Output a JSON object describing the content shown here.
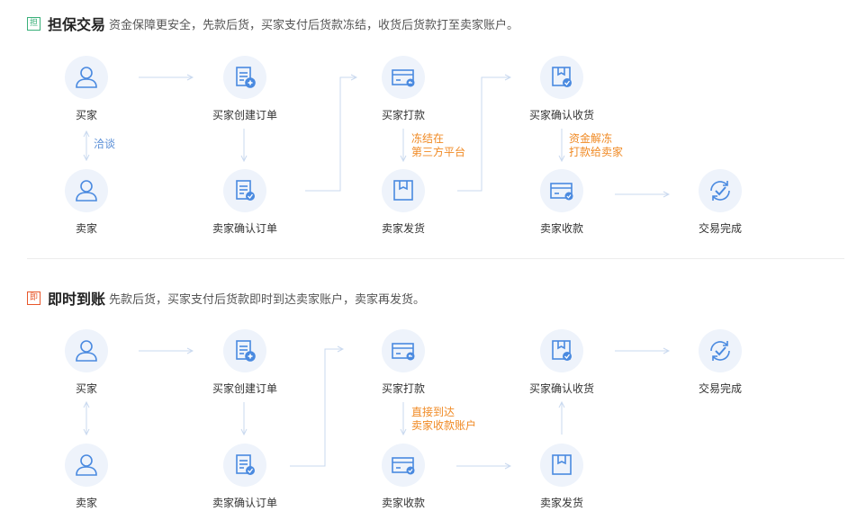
{
  "sections": [
    {
      "badge": "担",
      "title": "担保交易",
      "desc": "资金保障更安全，先款后货，买家支付后货款冻结，收货后货款打至卖家账户。",
      "nodes": {
        "buyer": "买家",
        "buyer_create": "买家创建订单",
        "buyer_pay": "买家打款",
        "buyer_receive": "买家确认收货",
        "seller": "卖家",
        "seller_confirm": "卖家确认订单",
        "seller_ship": "卖家发货",
        "seller_collect": "卖家收款",
        "done": "交易完成"
      },
      "notes": {
        "negotiate": "洽谈",
        "freeze_1": "冻结在",
        "freeze_2": "第三方平台",
        "release_1": "资金解冻",
        "release_2": "打款给卖家"
      }
    },
    {
      "badge": "即",
      "title": "即时到账",
      "desc": "先款后货，买家支付后货款即时到达卖家账户，卖家再发货。",
      "nodes": {
        "buyer": "买家",
        "buyer_create": "买家创建订单",
        "buyer_pay": "买家打款",
        "buyer_receive": "买家确认收货",
        "done": "交易完成",
        "seller": "卖家",
        "seller_confirm": "卖家确认订单",
        "seller_collect": "卖家收款",
        "seller_ship": "卖家发货"
      },
      "notes": {
        "direct_1": "直接到达",
        "direct_2": "卖家收款账户"
      }
    }
  ],
  "colors": {
    "icon": "#4a8ae0",
    "line": "#c9d9ef",
    "badge_green": "#3ab07a",
    "badge_red": "#e8562a",
    "note_orange": "#f08a24",
    "note_blue": "#5b8fd6"
  },
  "icons": {
    "buyer": "user-icon",
    "seller": "user-icon",
    "create": "document-plus-icon",
    "confirm": "document-check-icon",
    "pay": "card-icon",
    "receive": "box-check-icon",
    "ship": "box-icon",
    "collect": "card-check-icon",
    "done": "refresh-check-icon"
  }
}
